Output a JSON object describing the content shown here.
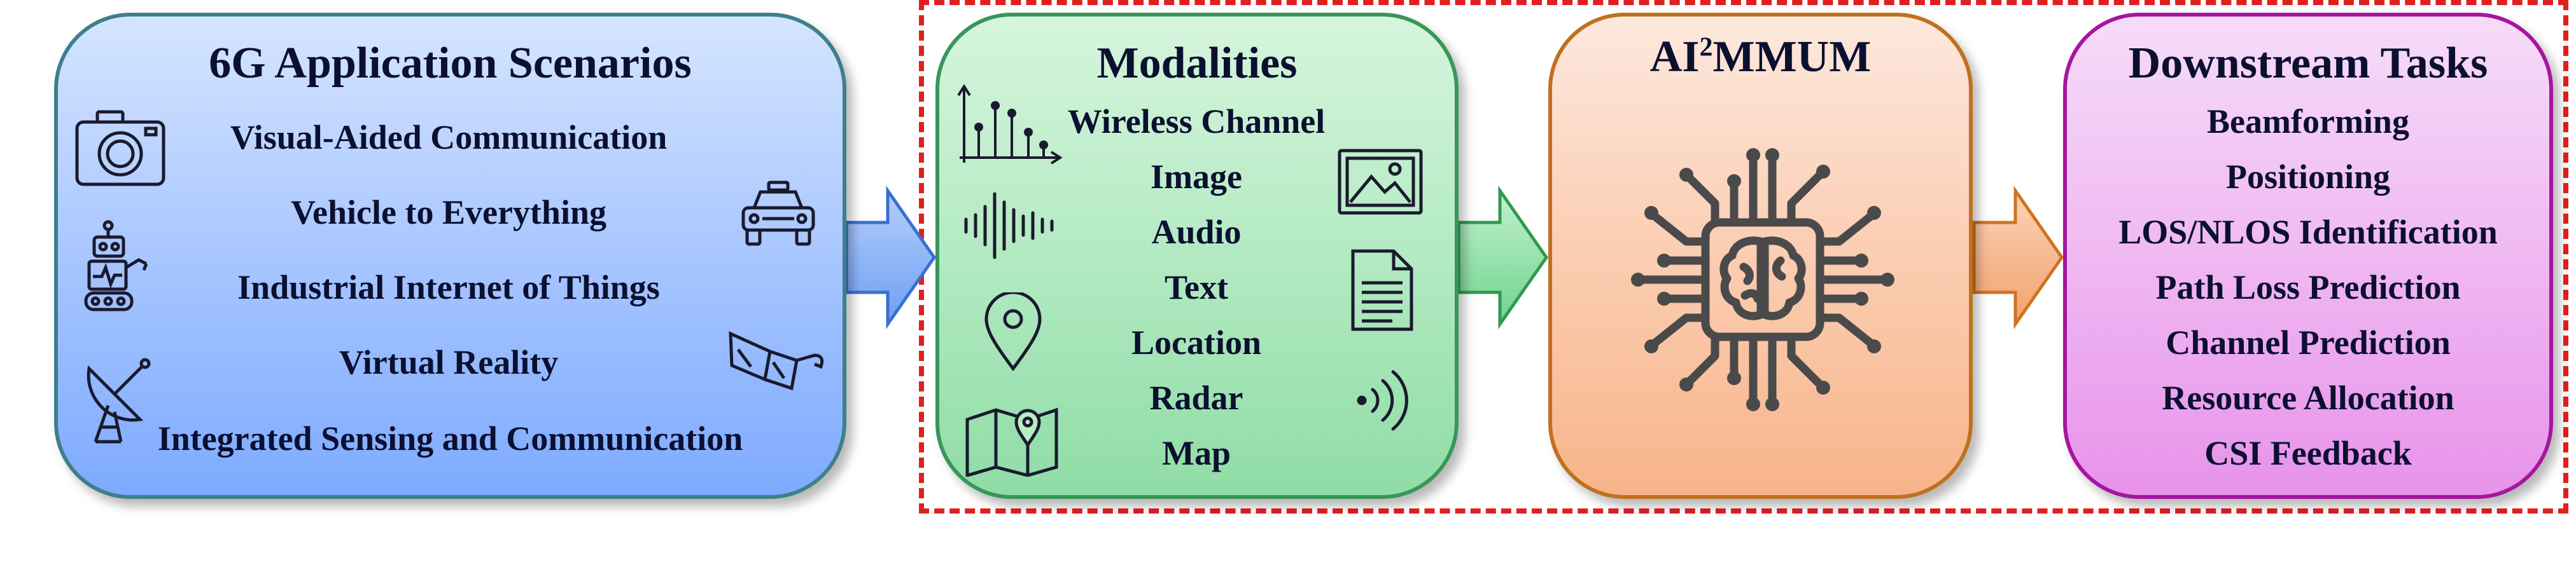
{
  "scenarios": {
    "title": "6G Application Scenarios",
    "items": [
      "Visual-Aided Communication",
      "Vehicle to Everything",
      "Industrial Internet of Things",
      "Virtual Reality",
      "Integrated Sensing and Communication"
    ]
  },
  "modalities": {
    "title": "Modalities",
    "items": [
      "Wireless Channel",
      "Image",
      "Audio",
      "Text",
      "Location",
      "Radar",
      "Map"
    ]
  },
  "model": {
    "title_prefix": "AI",
    "title_sup": "2",
    "title_suffix": "MMUM"
  },
  "downstream": {
    "title": "Downstream Tasks",
    "items": [
      "Beamforming",
      "Positioning",
      "LOS/NLOS Identification",
      "Path Loss Prediction",
      "Channel Prediction",
      "Resource Allocation",
      "CSI Feedback"
    ]
  },
  "icons": [
    "camera-icon",
    "robot-icon",
    "satellite-dish-icon",
    "car-icon",
    "vr-glasses-icon",
    "signal-plot-icon",
    "audio-wave-icon",
    "location-pin-icon",
    "map-icon",
    "image-icon",
    "document-icon",
    "radar-wave-icon",
    "ai-chip-icon"
  ],
  "colors": {
    "dashed_frame": "#e0201e",
    "arrow_blue": "#7aa8f5",
    "arrow_green": "#79d894",
    "arrow_orange": "#f5ae80"
  }
}
